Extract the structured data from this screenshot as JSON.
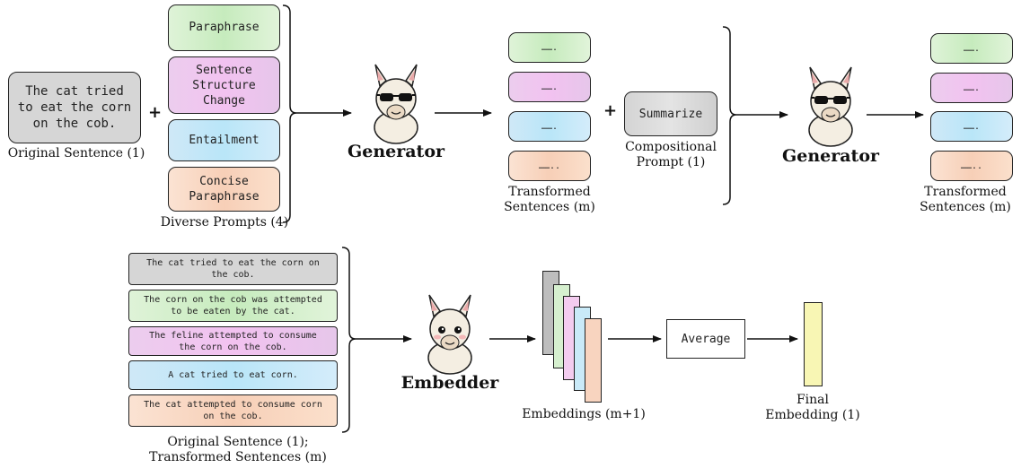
{
  "original_sentence": {
    "text": "The cat tried\nto eat the corn\non the cob.",
    "caption": "Original Sentence (1)"
  },
  "prompts": {
    "items": [
      "Paraphrase",
      "Sentence\nStructure\nChange",
      "Entailment",
      "Concise\nParaphrase"
    ],
    "caption": "Diverse Prompts (4)"
  },
  "generator_label": "Generator",
  "transformed_1": {
    "items": [
      "…….",
      "…….",
      "…….",
      "…….."
    ],
    "caption": "Transformed\nSentences (m)"
  },
  "compositional": {
    "button": "Summarize",
    "caption": "Compositional\nPrompt (1)"
  },
  "transformed_2": {
    "items": [
      "…….",
      "…….",
      "…….",
      "…….."
    ],
    "caption": "Transformed\nSentences (m)"
  },
  "sentence_list": {
    "items": [
      "The cat tried to eat the corn on\nthe cob.",
      "The corn on the cob was attempted\nto be eaten by the cat.",
      "The feline attempted to consume\nthe corn on the cob.",
      "A cat tried to eat corn.",
      "The cat attempted to consume corn\non the cob."
    ],
    "caption": "Original Sentence (1);\nTransformed Sentences (m)"
  },
  "embedder_label": "Embedder",
  "embeddings_caption": "Embeddings (m+1)",
  "average_label": "Average",
  "final_caption": "Final\nEmbedding (1)",
  "plus_sign": "+",
  "colors": {
    "gray": "#d6d6d6",
    "green": "#c6ebbd",
    "purple": "#f2c2f0",
    "blue": "#b9e6f8",
    "peach": "#f7cfb7",
    "yellow": "#f8f6b4"
  }
}
